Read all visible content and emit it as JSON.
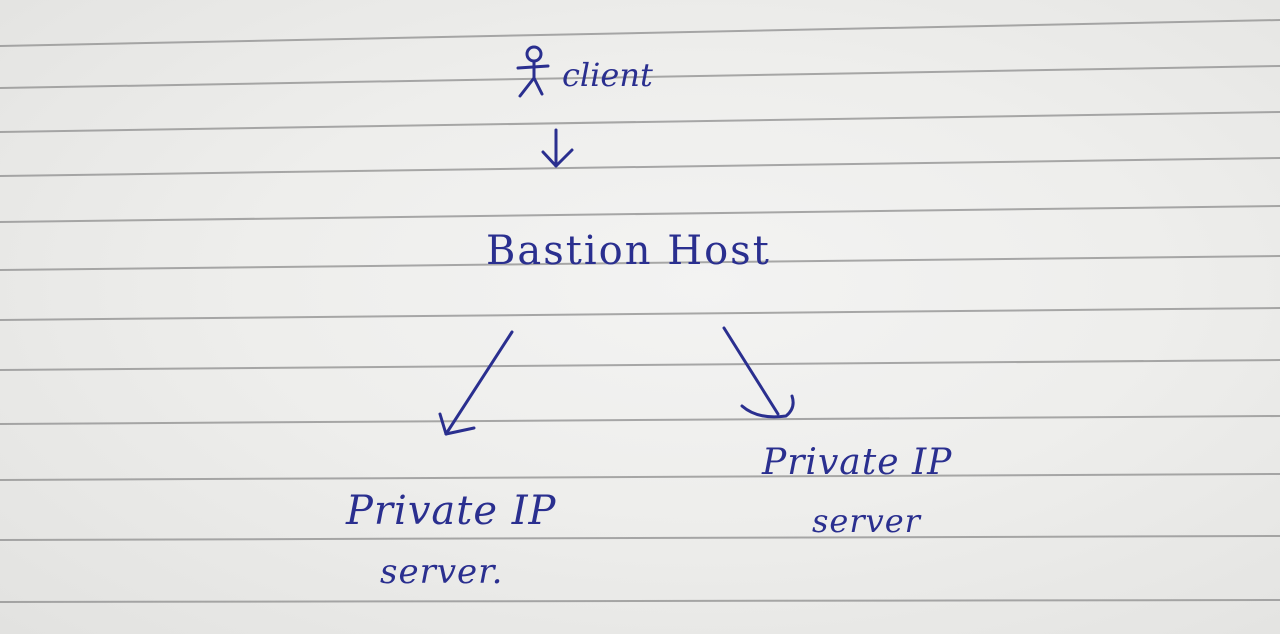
{
  "client": {
    "label": "client",
    "icon": "stick-figure-icon"
  },
  "bastion": {
    "label": "Bastion Host"
  },
  "servers": [
    {
      "line1": "Private IP",
      "line2": "server."
    },
    {
      "line1": "Private IP",
      "line2": "server"
    }
  ],
  "colors": {
    "ink": "#2a2f8f",
    "rule_line": "#8e8e8e",
    "paper": "#efefee"
  }
}
